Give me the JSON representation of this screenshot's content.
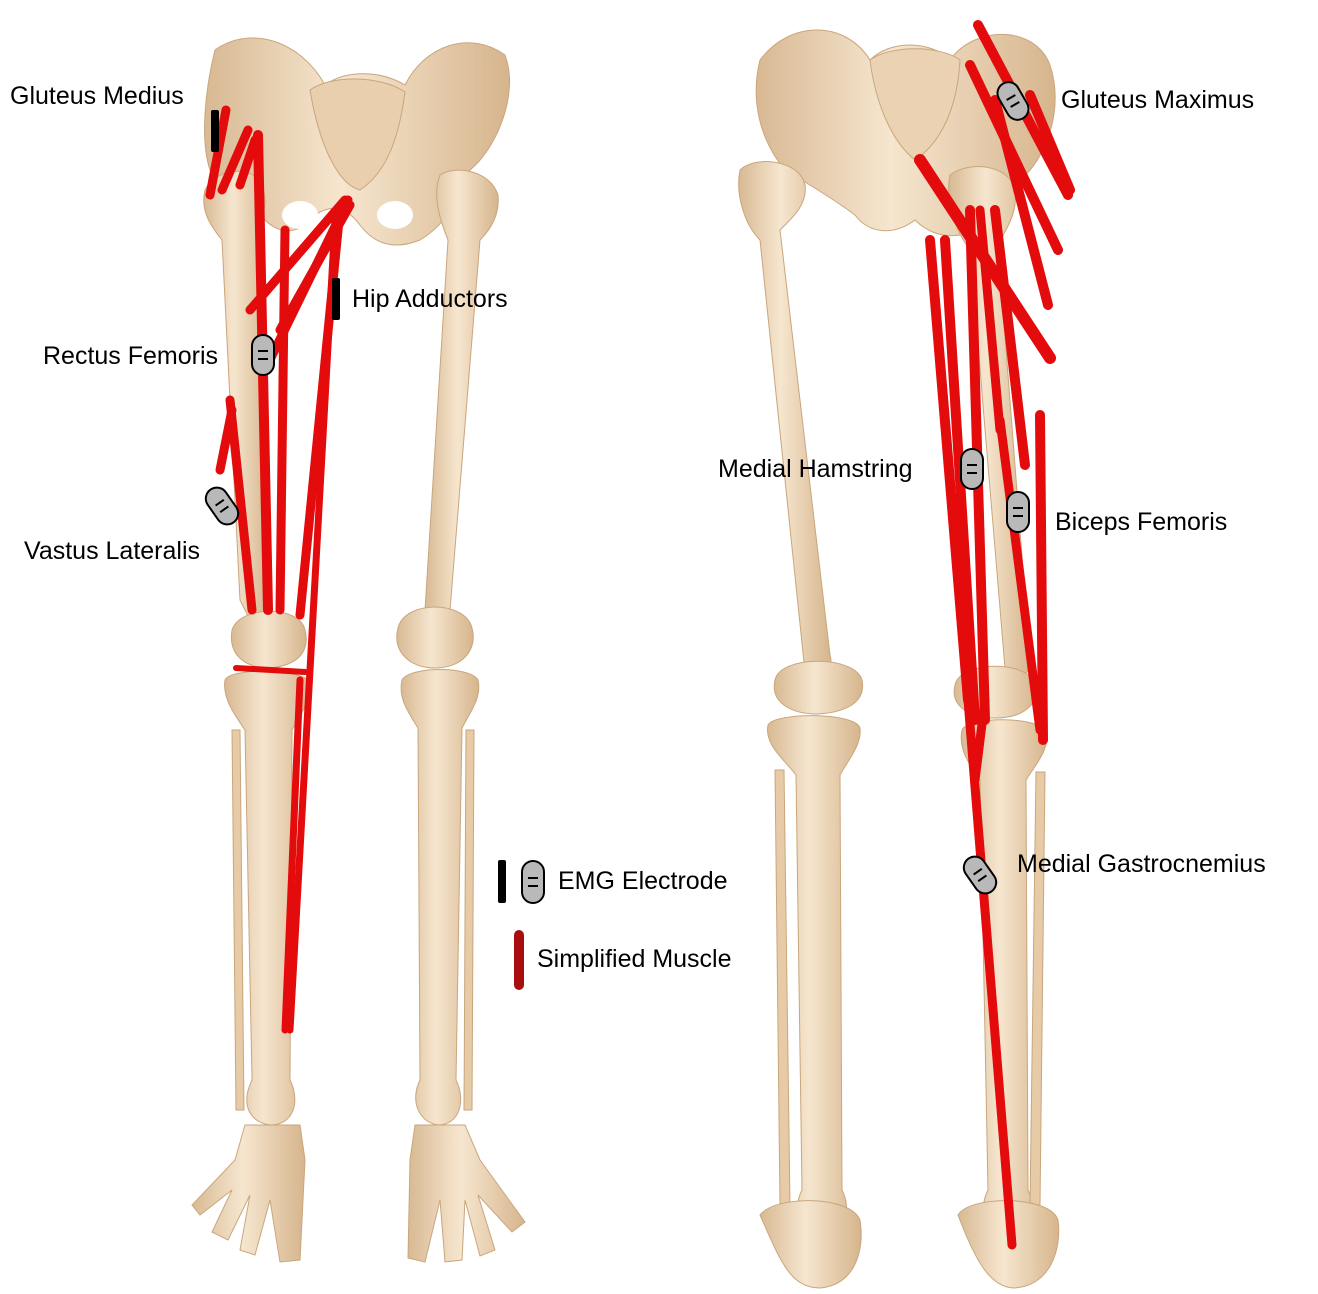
{
  "labels": {
    "gluteus_medius": "Gluteus Medius",
    "hip_adductors": "Hip Adductors",
    "rectus_femoris": "Rectus Femoris",
    "vastus_lateralis": "Vastus Lateralis",
    "gluteus_maximus": "Gluteus Maximus",
    "medial_hamstring": "Medial Hamstring",
    "biceps_femoris": "Biceps Femoris",
    "medial_gastrocnemius": "Medial Gastrocnemius"
  },
  "legend": {
    "emg_electrode": "EMG Electrode",
    "simplified_muscle": "Simplified Muscle"
  },
  "colors": {
    "bone": "#efd7b8",
    "bone_shade": "#d9bb95",
    "muscle": "#e30b0b",
    "muscle_dark": "#a80e0e",
    "electrode_fill": "#b9b9b9",
    "electrode_bar": "#000000"
  },
  "views": [
    "anterior",
    "posterior"
  ]
}
